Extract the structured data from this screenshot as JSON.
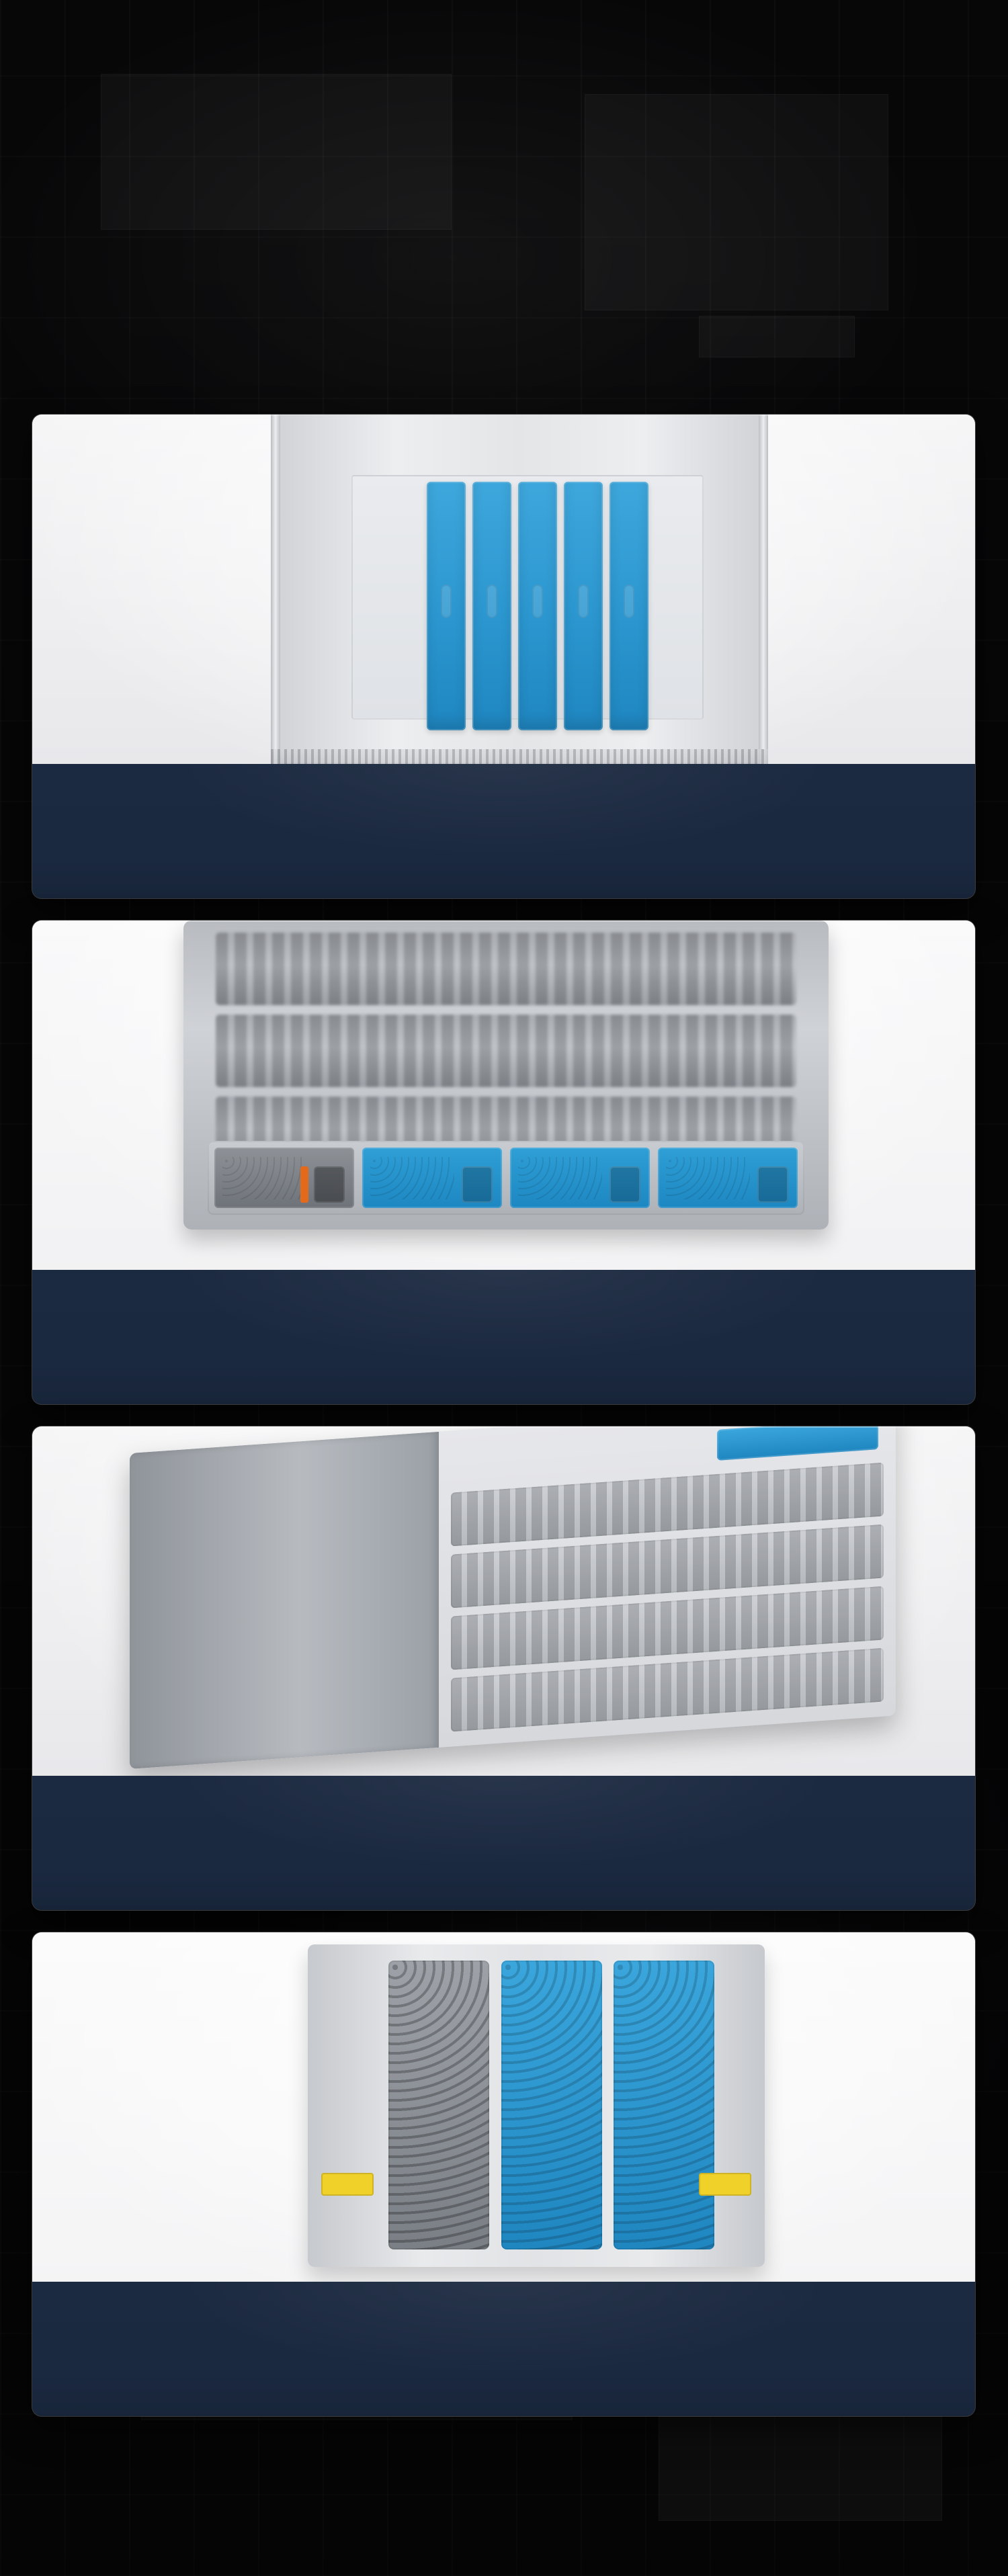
{
  "page": {
    "background": "#070708"
  },
  "cards": [
    {
      "id": "card-1",
      "variant": "module-bay"
    },
    {
      "id": "card-2",
      "variant": "chassis-rear"
    },
    {
      "id": "card-3",
      "variant": "perspective-chassis"
    },
    {
      "id": "card-4",
      "variant": "fan-tray"
    }
  ],
  "colors": {
    "card_info": "#1b2a42",
    "module_blue": "#2b96cf",
    "outline": "#ffffff"
  }
}
